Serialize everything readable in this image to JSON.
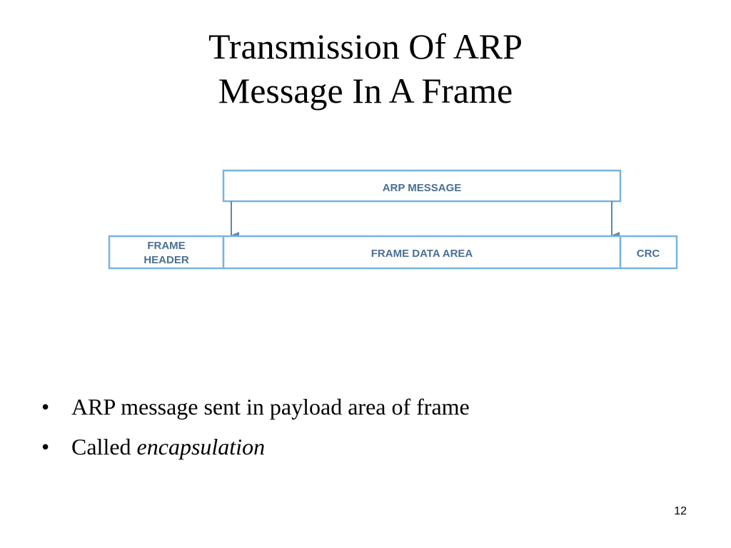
{
  "title": {
    "line1": "Transmission Of ARP",
    "line2": "Message In A Frame"
  },
  "diagram": {
    "arp_message_label": "ARP MESSAGE",
    "frame_header_line1": "FRAME",
    "frame_header_line2": "HEADER",
    "frame_data_area_label": "FRAME DATA AREA",
    "crc_label": "CRC",
    "colors": {
      "box_stroke": "#78b4e0",
      "box_fill": "#ffffff",
      "arrow": "#5a8aa8",
      "label": "#4a6f92"
    }
  },
  "bullets": [
    {
      "text": "ARP message sent in payload area of frame"
    },
    {
      "text": "Called ",
      "emphasis": "encapsulation"
    }
  ],
  "bullet_glyph": "•",
  "page_number": "12"
}
